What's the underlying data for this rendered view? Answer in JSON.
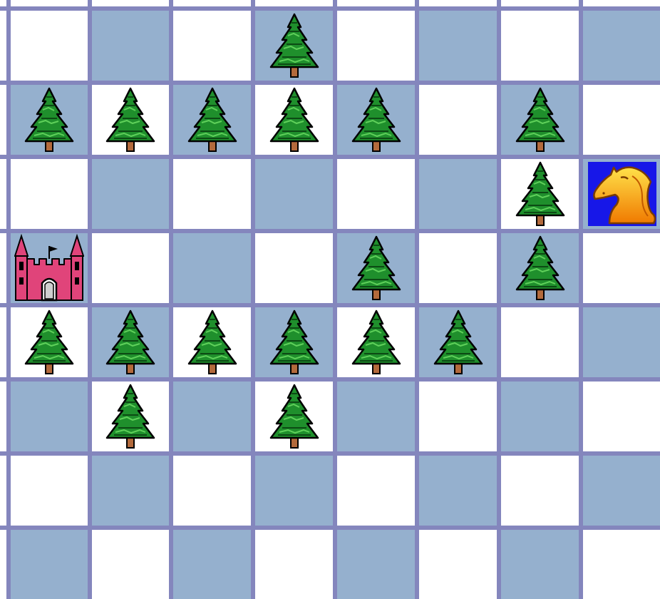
{
  "board": {
    "rows": 8,
    "cols": 8,
    "colors": {
      "light": "#ffffff",
      "dark": "#95b0ce",
      "grid": "#8486bd",
      "knight_bg": "#1717e8"
    }
  },
  "pieces": {
    "knight": {
      "row": 2,
      "col": 7
    },
    "castle": {
      "row": 3,
      "col": 0
    },
    "trees": [
      [
        0,
        3
      ],
      [
        1,
        0
      ],
      [
        1,
        1
      ],
      [
        1,
        2
      ],
      [
        1,
        3
      ],
      [
        1,
        4
      ],
      [
        1,
        6
      ],
      [
        2,
        6
      ],
      [
        3,
        4
      ],
      [
        3,
        6
      ],
      [
        4,
        0
      ],
      [
        4,
        1
      ],
      [
        4,
        2
      ],
      [
        4,
        3
      ],
      [
        4,
        4
      ],
      [
        4,
        5
      ],
      [
        5,
        1
      ],
      [
        5,
        3
      ]
    ]
  }
}
